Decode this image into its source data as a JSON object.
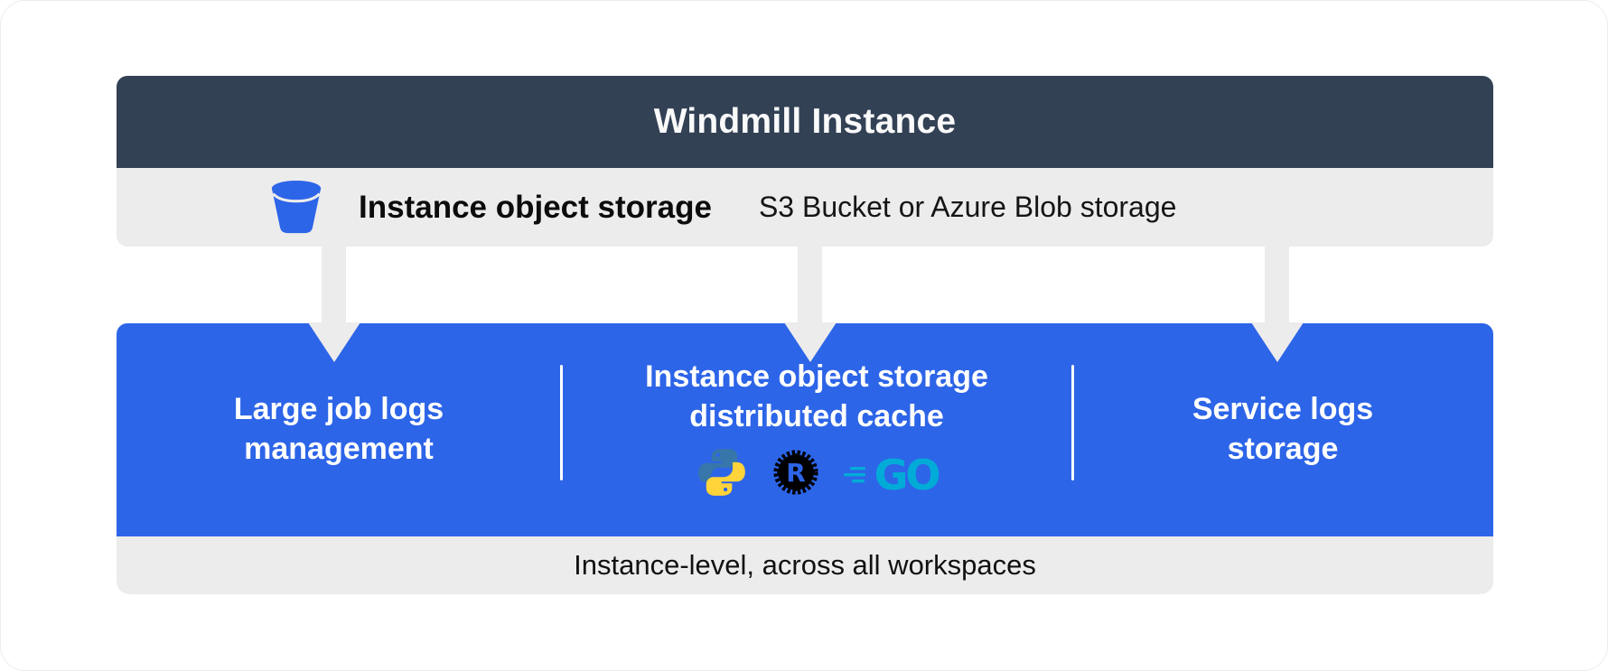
{
  "colors": {
    "header_bg": "#334155",
    "gray": "#edecec",
    "blue": "#2d65e8",
    "bucket_blue": "#2d65e8",
    "python_blue": "#3776ab",
    "python_yellow": "#ffd43b",
    "rust_black": "#000000",
    "go_cyan": "#00acd7"
  },
  "header": {
    "title": "Windmill Instance"
  },
  "storage_bar": {
    "icon": "bucket-icon",
    "title": "Instance object storage",
    "subtitle": "S3 Bucket or Azure Blob storage"
  },
  "blue_panel": {
    "sections": [
      {
        "line1": "Large job logs",
        "line2": "management"
      },
      {
        "line1": "Instance object storage",
        "line2": "distributed cache",
        "languages": [
          "python",
          "rust",
          "go"
        ],
        "go_label": "GO",
        "rust_letter": "R"
      },
      {
        "line1": "Service logs",
        "line2": "storage"
      }
    ]
  },
  "footer": {
    "label": "Instance-level, across all workspaces"
  }
}
